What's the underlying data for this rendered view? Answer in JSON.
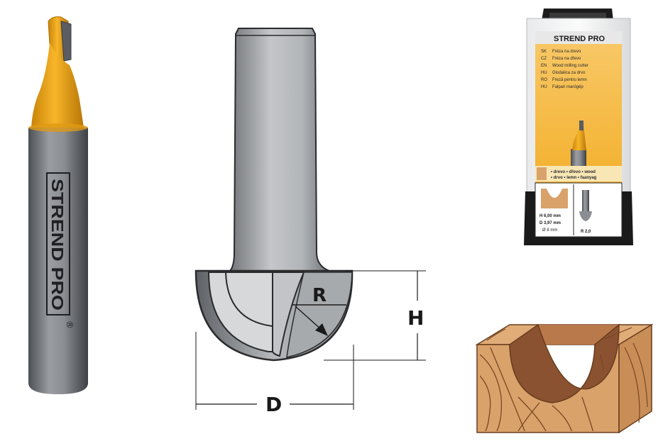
{
  "product": {
    "brand": "STREND PRO",
    "registered_mark": "®"
  },
  "diagram": {
    "label_radius": "R",
    "label_height": "H",
    "label_diameter": "D"
  },
  "package": {
    "brand_strip": "STREND PRO",
    "lang_codes": [
      "SK",
      "CZ",
      "EN",
      "HU",
      "RO",
      "HU"
    ],
    "lang_lines": [
      "Fréza na drevo",
      "Fréza na dřevo",
      "Wood milling cutter",
      "Glodalica za drvo",
      "Freză pentru lemn",
      "Falpari marógép"
    ],
    "material_line_1": "• drevo • dřevo • wood",
    "material_line_2": "• drvo • lemn • faanyag",
    "spec_h": "H 6,00 mm",
    "spec_d": "D 3,97 mm",
    "spec_shank": "Ø 8 mm",
    "spec_r": "R 2,0"
  },
  "colors": {
    "shank_gray": "#8a8d91",
    "accent_yellow": "#f2a818",
    "wood_light": "#d9a26b",
    "wood_dark": "#8a5230"
  }
}
